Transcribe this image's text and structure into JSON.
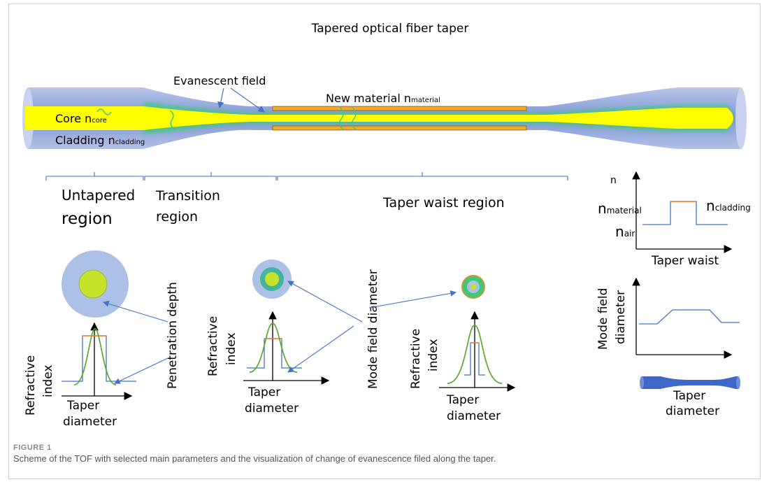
{
  "title": "Tapered optical fiber taper",
  "labels": {
    "evanescent": "Evanescent field",
    "new_material": "New material n",
    "new_material_sub": "material",
    "core": "Core n",
    "core_sub": "core",
    "cladding": "Cladding n",
    "cladding_sub": "cladding"
  },
  "regions": {
    "untapered_1": "Untapered",
    "untapered_2": "region",
    "transition_1": "Transition",
    "transition_2": "region",
    "waist": "Taper waist region"
  },
  "plots": {
    "refractive_1": "Refractive",
    "refractive_2": "index",
    "taper": "Taper",
    "diameter": "diameter",
    "penetration_depth": "Penetration depth",
    "mode_field_diameter": "Mode field diameter",
    "mode_field": "Mode field",
    "n_axis": "n",
    "n_material": "n",
    "n_material_sub": "material",
    "n_cladding": "n",
    "n_cladding_sub": "cladding",
    "n_air": "n",
    "n_air_sub": "air",
    "taper_waist": "Taper waist",
    "taper_diameter_1": "Taper",
    "taper_diameter_2": "diameter"
  },
  "figure_label": "FIGURE 1",
  "caption": "Scheme of the TOF with selected main parameters and the visualization of change of evanescence filed along the taper.",
  "colors": {
    "cladding": "#8fa3d8",
    "core": "#ffff00",
    "glow": "#3ec97a",
    "material": "#f0a830",
    "line": "#4472c4",
    "gauss": "#5aa832",
    "step_top": "#ed7d31"
  }
}
